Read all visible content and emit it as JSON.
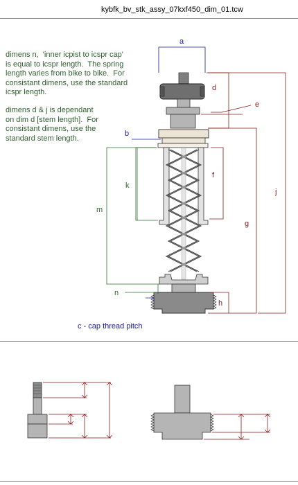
{
  "title": "kybfk_bv_stk_assy_07kxf450_dim_01.tcw",
  "notes": {
    "n_note": "dimens n,  'inner icpist to icspr cap'\nis equal to icspr length.  The spring\nlength varies from bike to bike.  For\nconsistant dimens, use the standard\nicspr length.",
    "dj_note": "dimens d & j is dependant\non dim d [stem length].  For\nconsistant dimens, use the\nstandard stem length."
  },
  "dim_labels": {
    "a": "a",
    "b": "b",
    "d": "d",
    "e": "e",
    "f": "f",
    "g": "g",
    "h": "h",
    "j": "j",
    "k": "k",
    "m": "m",
    "n": "n"
  },
  "caption": "c - cap thread pitch",
  "colors": {
    "dim_maroon": "#8b1a1a",
    "dim_blue": "#1a1aa0",
    "dim_green": "#2e6b2e",
    "part_gray": "#b5b5b5",
    "cap_dark": "#6f6f6f",
    "base_beige": "#ece4d4"
  }
}
